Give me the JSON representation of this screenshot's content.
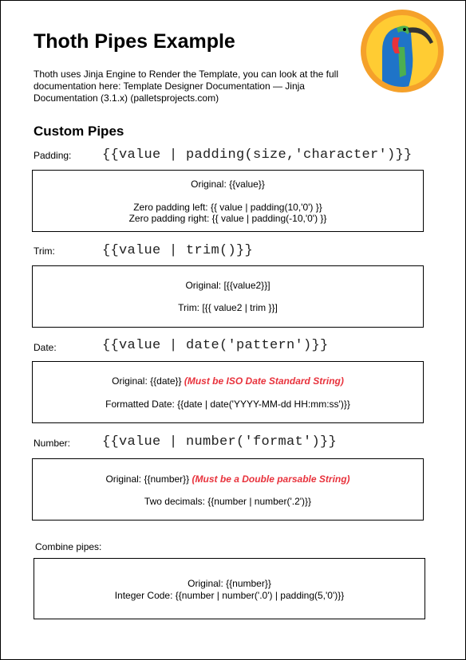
{
  "header": {
    "title": "Thoth Pipes Example",
    "intro": "Thoth uses Jinja Engine to Render the Template, you can look at the full documentation here: Template Designer Documentation — Jinja Documentation (3.1.x) (palletsprojects.com)",
    "logo_icon": "ibis-bird-logo"
  },
  "section_title": "Custom Pipes",
  "padding": {
    "label": "Padding:",
    "syntax": "{{value | padding(size,'character')}}",
    "original": "Original: {{value}}",
    "left": "Zero padding left:  {{ value | padding(10,'0') }}",
    "right": "Zero padding right: {{ value | padding(-10,'0') }}"
  },
  "trim": {
    "label": "Trim:",
    "syntax": "{{value | trim()}}",
    "original": "Original: [{{value2}}]",
    "trim": "Trim:  [{{ value2 | trim }}]"
  },
  "date": {
    "label": "Date:",
    "syntax": "{{value | date('pattern')}}",
    "original": "Original: {{date}}",
    "warning": "(Must be ISO Date Standard String)",
    "formatted": "Formatted Date:  {{date | date('YYYY-MM-dd HH:mm:ss')}}"
  },
  "number": {
    "label": "Number:",
    "syntax": "{{value | number('format')}}",
    "original": "Original: {{number}}",
    "warning": "(Must be a Double parsable String)",
    "two_decimals": "Two decimals:  {{number | number('.2')}}"
  },
  "combine": {
    "label": "Combine pipes:",
    "original": "Original: {{number}}",
    "integer": "Integer Code:  {{number | number('.0') | padding(5,'0')}}"
  },
  "colors": {
    "warning": "#e8323c",
    "logo_ring": "#f5a12a",
    "logo_fill": "#ffcc33",
    "logo_blue": "#1f74c8",
    "logo_green": "#4caf50"
  }
}
